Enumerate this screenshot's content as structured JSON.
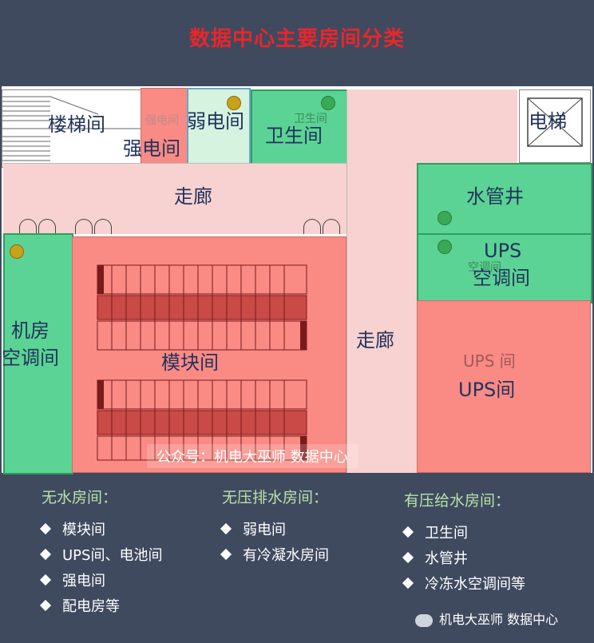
{
  "title": "数据中心主要房间分类",
  "rooms": {
    "stairs": "楼梯间",
    "strong_electric": "强电间",
    "strong_electric_ghost": "强电间",
    "weak_electric": "弱电间",
    "toilet": "卫生间",
    "toilet_ghost": "卫生间",
    "elevator": "电梯",
    "corridor_top": "走廊",
    "corridor_right": "走廊",
    "water_shaft": "水管井",
    "ups_ac_line1": "UPS",
    "ups_ac_line2": "空调间",
    "ups_ac_ghost": "空调间",
    "ups_room": "UPS间",
    "ups_room_ghost": "UPS 间",
    "machine_ac_line1": "机房",
    "machine_ac_line2": "空调间",
    "module_room": "模块间"
  },
  "watermark": "公众号：机电大巫师 数据中心",
  "legend": {
    "no_water": {
      "heading": "无水房间：",
      "items": [
        "模块间",
        "UPS间、电池间",
        "强电间",
        "配电房等"
      ]
    },
    "no_pressure_drain": {
      "heading": "无压排水房间：",
      "items": [
        "弱电间",
        "有冷凝水房间"
      ]
    },
    "pressure_supply": {
      "heading": "有压给水房间：",
      "items": [
        "卫生间",
        "水管井",
        "冷冻水空调间等"
      ]
    }
  },
  "footer": "机电大巫师 数据中心",
  "colors": {
    "no_water_zone": "#f98a84",
    "water_zone": "#5bd394",
    "weak_zone": "#d6f3df",
    "corridor": "#f8d2d0",
    "title": "#e8262b",
    "background": "#3f4a5f"
  }
}
